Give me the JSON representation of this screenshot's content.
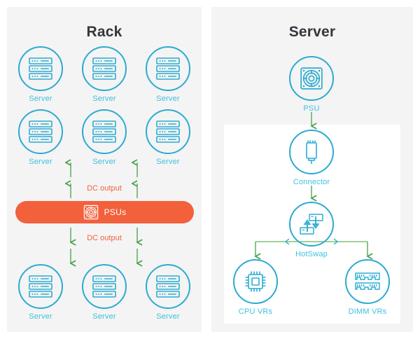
{
  "page": {
    "background": "#ffffff",
    "panel_background": "#f4f4f4",
    "accent_teal": "#2cabd1",
    "caption_teal": "#3fc0df",
    "accent_orange": "#f2603c",
    "arrow_green": "#46a049"
  },
  "rack_panel": {
    "title": "Rack",
    "servers_top": [
      {
        "label": "Server",
        "icon": "server-rack-icon"
      },
      {
        "label": "Server",
        "icon": "server-rack-icon"
      },
      {
        "label": "Server",
        "icon": "server-rack-icon"
      },
      {
        "label": "Server",
        "icon": "server-rack-icon"
      },
      {
        "label": "Server",
        "icon": "server-rack-icon"
      },
      {
        "label": "Server",
        "icon": "server-rack-icon"
      }
    ],
    "servers_bottom": [
      {
        "label": "Server",
        "icon": "server-rack-icon"
      },
      {
        "label": "Server",
        "icon": "server-rack-icon"
      },
      {
        "label": "Server",
        "icon": "server-rack-icon"
      }
    ],
    "psu_bar": {
      "label": "PSUs",
      "icon": "psu-fan-icon",
      "color": "#f2603c"
    },
    "flow_up_label": "DC output",
    "flow_down_label": "DC output"
  },
  "server_panel": {
    "title": "Server",
    "nodes": {
      "psu": {
        "label": "PSU",
        "icon": "psu-fan-icon"
      },
      "connector": {
        "label": "Connector",
        "icon": "connector-plug-icon"
      },
      "hotswap": {
        "label": "HotSwap",
        "icon": "hotswap-arrows-icon"
      },
      "cpu_vrs": {
        "label": "CPU VRs",
        "icon": "cpu-chip-icon"
      },
      "dimm_vrs": {
        "label": "DIMM VRs",
        "icon": "dimm-memory-icon"
      }
    }
  }
}
